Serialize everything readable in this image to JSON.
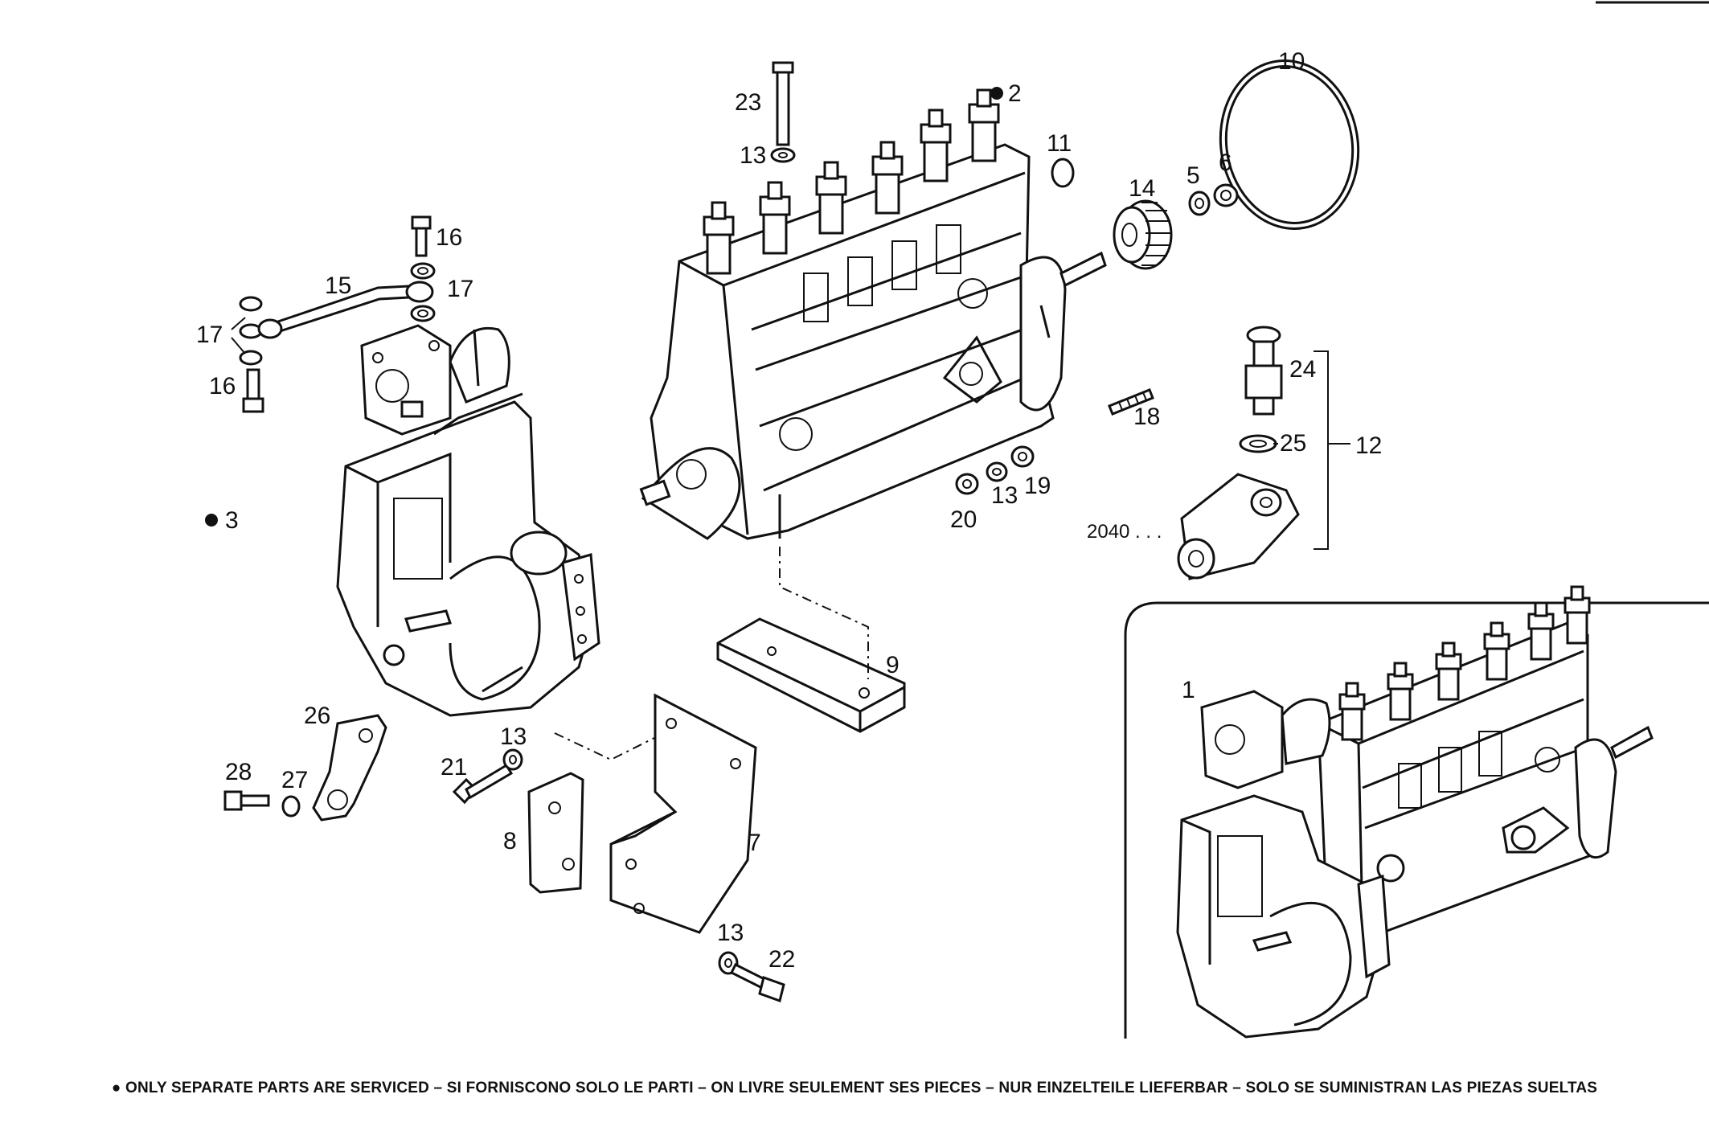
{
  "diagram": {
    "callouts": {
      "c1": "1",
      "c2": "2",
      "c3": "3",
      "c5": "5",
      "c6": "6",
      "c7": "7",
      "c8": "8",
      "c9": "9",
      "c10": "10",
      "c11": "11",
      "c12": "12",
      "c13a": "13",
      "c13b": "13",
      "c13c": "13",
      "c13d": "13",
      "c14": "14",
      "c15": "15",
      "c16a": "16",
      "c16b": "16",
      "c17a": "17",
      "c17b": "17",
      "c18": "18",
      "c19": "19",
      "c20": "20",
      "c21": "21",
      "c22": "22",
      "c23": "23",
      "c24": "24",
      "c25": "25",
      "c26": "26",
      "c27": "27",
      "c28": "28",
      "c2040": "2040 . . ."
    }
  },
  "footer": {
    "note": "● ONLY SEPARATE PARTS ARE SERVICED – SI FORNISCONO SOLO LE PARTI – ON LIVRE SEULEMENT SES PIECES – NUR EINZELTEILE LIEFERBAR – SOLO SE SUMINISTRAN LAS PIEZAS SUELTAS"
  },
  "icons": {
    "serviced_marker": "filled-dot-icon"
  }
}
